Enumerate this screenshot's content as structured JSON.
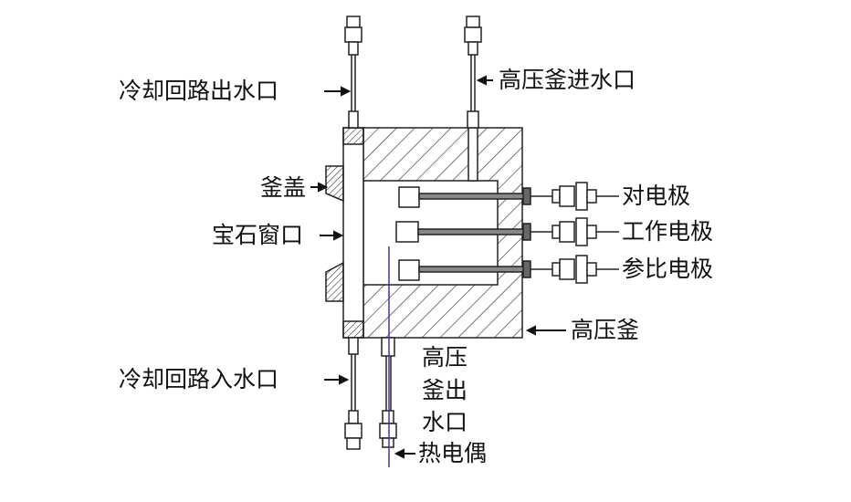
{
  "labels": {
    "cooling_outlet": "冷却回路出水口",
    "autoclave_inlet": "高压釜进水口",
    "lid": "釜盖",
    "sapphire_window": "宝石窗口",
    "counter_electrode": "对电极",
    "working_electrode": "工作电极",
    "reference_electrode": "参比电极",
    "autoclave": "高压釜",
    "cooling_inlet": "冷却回路入水口",
    "autoclave_outlet_1": "高压",
    "autoclave_outlet_2": "釜出",
    "autoclave_outlet_3": "水口",
    "thermocouple": "热电偶"
  },
  "colors": {
    "line": "#222222",
    "thermocouple": "#3a3aa8"
  }
}
